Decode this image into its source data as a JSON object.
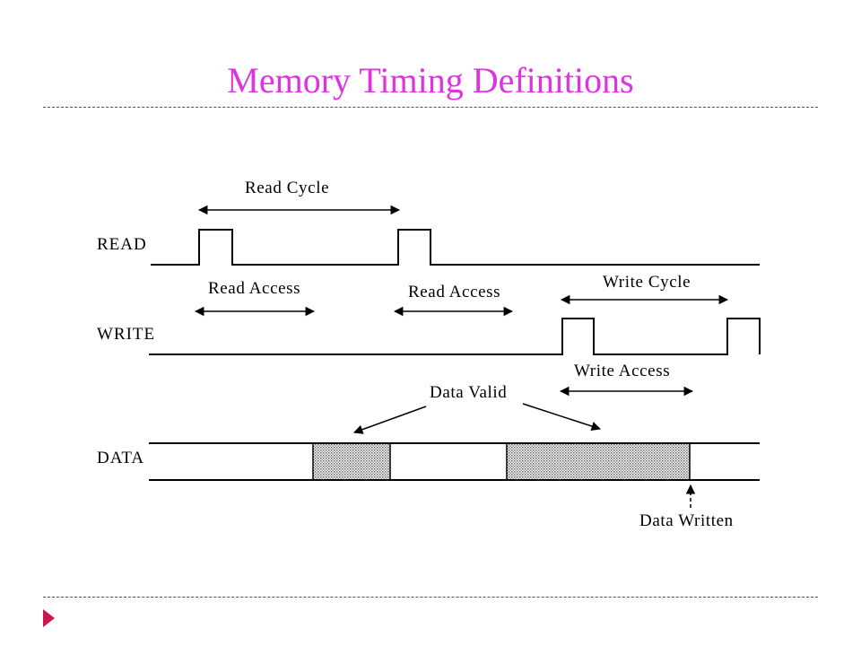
{
  "slide": {
    "title": "Memory Timing Definitions",
    "accent_color": "#e033e0",
    "rule_color": "#c8174a",
    "bullet_icon": "triangle-bullet-icon"
  },
  "diagram": {
    "signals": {
      "read": "READ",
      "write": "WRITE",
      "data": "DATA"
    },
    "labels": {
      "read_cycle": "Read Cycle",
      "read_access_1": "Read Access",
      "read_access_2": "Read Access",
      "write_cycle": "Write Cycle",
      "write_access": "Write Access",
      "data_valid": "Data Valid",
      "data_written": "Data Written"
    }
  }
}
